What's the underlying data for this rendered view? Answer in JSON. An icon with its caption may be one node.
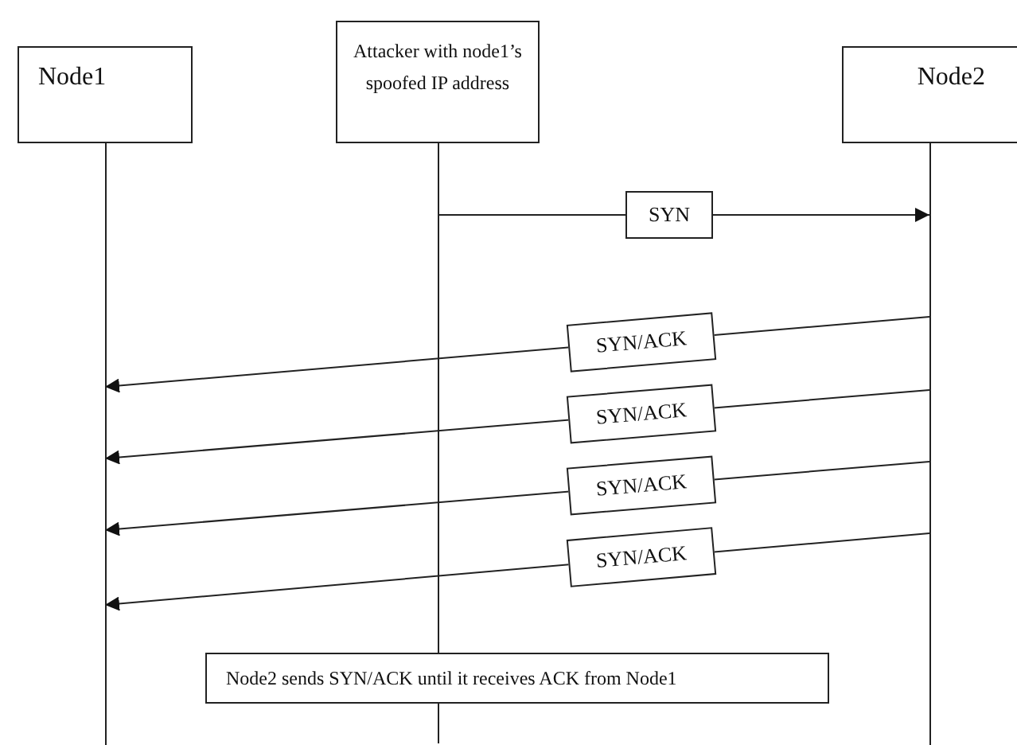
{
  "diagram": {
    "nodes": [
      {
        "text": [
          "Node1"
        ]
      },
      {
        "text": [
          "Attacker with node1’s spoofed IP address"
        ]
      },
      {
        "text": [
          "Node2"
        ]
      },
      {
        "text": [
          "Node2 sends SYN/ACK until it receives ACK from Node1"
        ]
      }
    ],
    "edges": [
      {
        "from": 1,
        "to": 2,
        "arrow": "to",
        "label": "SYN"
      },
      {
        "from": 2,
        "to": 0,
        "arrow": "to",
        "label": "SYN/ACK"
      },
      {
        "from": 2,
        "to": 0,
        "arrow": "to",
        "label": "SYN/ACK"
      },
      {
        "from": 2,
        "to": 0,
        "arrow": "to",
        "label": "SYN/ACK"
      },
      {
        "from": 2,
        "to": 0,
        "arrow": "to",
        "label": "SYN/ACK"
      }
    ]
  }
}
